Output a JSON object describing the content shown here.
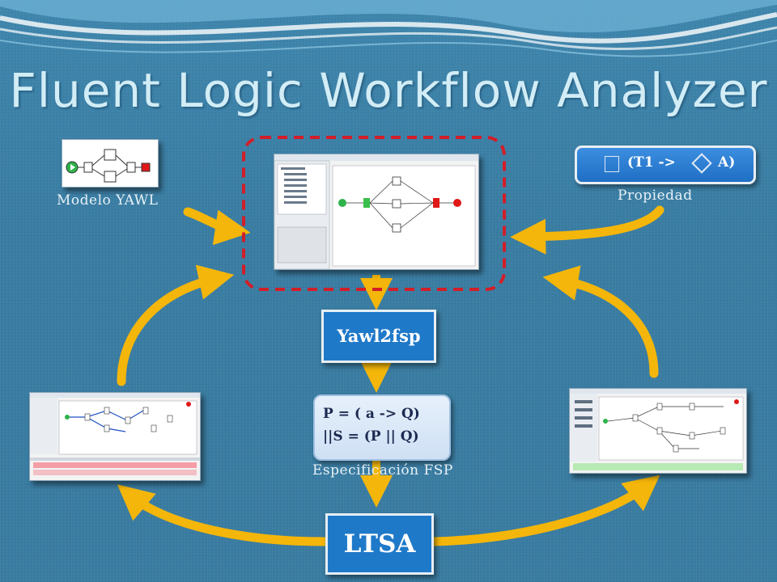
{
  "title": "Fluent Logic Workflow Analyzer",
  "labels": {
    "yawl_model": "Modelo YAWL",
    "property": "Propiedad",
    "fsp_spec": "Especificación FSP"
  },
  "property_formula": {
    "part1": "(T1 ->",
    "part2": "A)"
  },
  "fsp_code": {
    "line1": "P = ( a -> Q)",
    "line2": "||S = (P || Q)"
  },
  "tools": {
    "converter": "Yawl2fsp",
    "checker": "LTSA"
  },
  "colors": {
    "background": "#3f7fa3",
    "arrow": "#f4b60a",
    "dashed_frame": "#d21e28",
    "tool_box": "#1f79c9",
    "title": "#d2edf6"
  }
}
